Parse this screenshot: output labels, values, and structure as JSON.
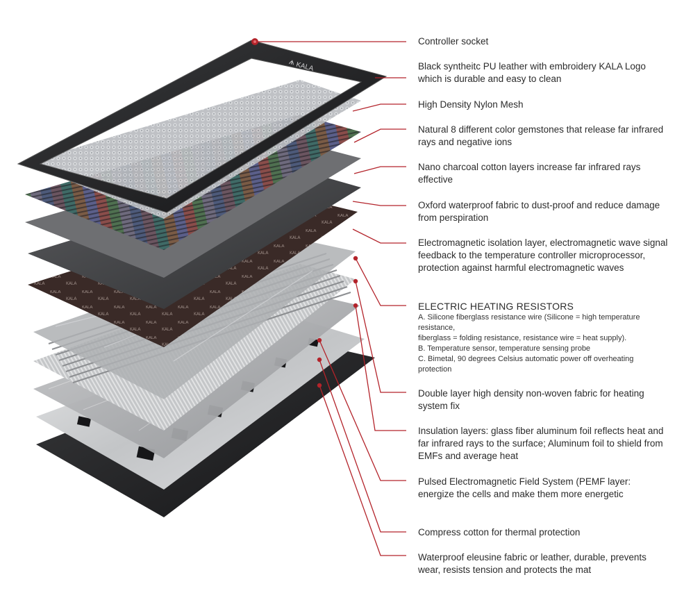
{
  "logo": {
    "brand": "KALA"
  },
  "colors": {
    "callout": "#b3232a",
    "frame": "#2e2e30",
    "text": "#2b2b2b"
  },
  "labels": [
    {
      "id": "controller-socket",
      "text": "Controller socket"
    },
    {
      "id": "pu-leather",
      "text": "Black syntheitc PU leather with embroidery KALA Logo which is durable and easy to clean"
    },
    {
      "id": "nylon-mesh",
      "text": "High Density Nylon Mesh"
    },
    {
      "id": "gemstones",
      "text": "Natural 8 different color gemstones that release far infrared rays and negative ions"
    },
    {
      "id": "charcoal-cotton",
      "text": "Nano charcoal cotton layers increase far infrared rays effective"
    },
    {
      "id": "oxford-fabric",
      "text": "Oxford waterproof fabric to dust-proof and reduce damage from perspiration"
    },
    {
      "id": "em-isolation",
      "text": "Electromagnetic isolation layer, electromagnetic wave signal feedback to the temperature controller microprocessor, protection against harmful electromagnetic waves"
    },
    {
      "id": "heating-resistors",
      "text": "ELECTRIC HEATING RESISTORS",
      "sub": [
        "A. Silicone fiberglass resistance wire (Silicone = high temperature resistance,",
        "fiberglass = folding resistance, resistance wire = heat supply).",
        "B. Temperature sensor, temperature sensing probe",
        "C. Bimetal, 90 degrees Celsius automatic power off overheating protection"
      ]
    },
    {
      "id": "non-woven",
      "text": "Double layer high density non-woven fabric for heating system fix"
    },
    {
      "id": "insulation",
      "text": "Insulation layers: glass fiber aluminum foil reflects heat and far infrared rays to the surface; Aluminum foil to shield from EMFs and average heat"
    },
    {
      "id": "pemf",
      "text": "Pulsed Electromagnetic Field System (PEMF layer: energize the cells and make them more energetic"
    },
    {
      "id": "compress-cotton",
      "text": "Compress cotton for thermal protection"
    },
    {
      "id": "waterproof-base",
      "text": "Waterproof eleusine fabric or leather, durable, prevents wear, resists tension and protects the mat"
    }
  ]
}
